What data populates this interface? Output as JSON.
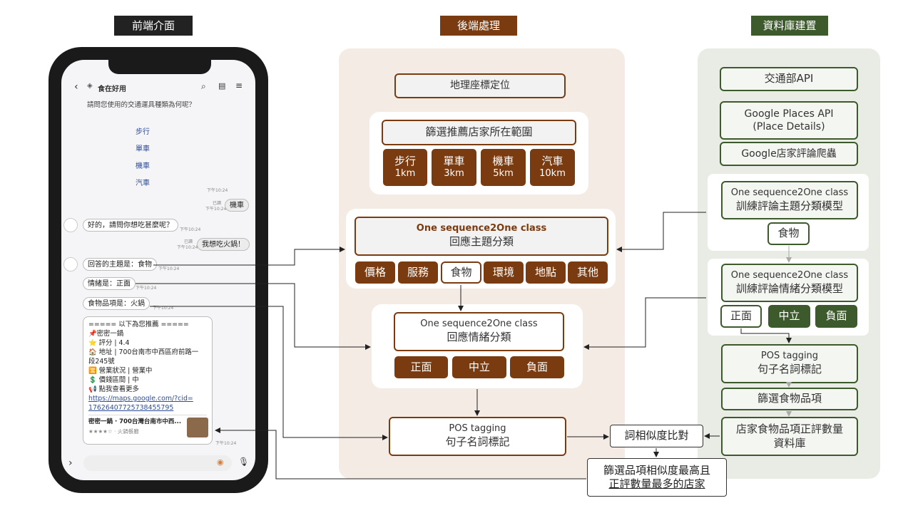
{
  "headers": {
    "frontend": "前端介面",
    "backend": "後端處理",
    "database": "資料庫建置"
  },
  "colors": {
    "frontend_header": "#222222",
    "backend_header": "#7a3b10",
    "database_header": "#3c5a2b",
    "backend_panel": "#f4ebe5",
    "database_panel": "#e9ece5"
  },
  "phone": {
    "title": "食在好用",
    "question": "請問您使用的交通運具種類為何呢？",
    "options": [
      "步行",
      "單車",
      "機車",
      "汽車"
    ],
    "time": "下午10:24",
    "read": "已讀",
    "user_msg1": "機車",
    "bot_msg1": "好的，請問你想吃甚麼呢？",
    "user_msg2": "我想吃火鍋！",
    "bot_topic": "回答的主題是：食物",
    "bot_emotion": "情緒是：正面",
    "bot_food": "食物品項是：火鍋",
    "reco_header": "===== 以下為您推薦 =====",
    "reco_name": "📌密密一鍋",
    "reco_rating": "⭐ 評分 | 4.4",
    "reco_address1": "🏠 地址 | 700台南市中西區府前路一",
    "reco_address2": "段245號",
    "reco_status": "🈺 營業狀況 | 營業中",
    "reco_price": "💲 價錢區間 | 中",
    "reco_more": "📢 點我查看更多",
    "reco_link1": "https://maps.google.com/?cid=",
    "reco_link2": "17626407725738455795",
    "reco_card_title": "密密一鍋 · 700台灣台南市中西...",
    "reco_card_sub": "★★★★☆ · 火鍋餐廳"
  },
  "backend": {
    "geo": "地理座標定位",
    "filter_title": "篩選推薦店家所在範圍",
    "transport": [
      {
        "mode": "步行",
        "dist": "1km"
      },
      {
        "mode": "單車",
        "dist": "3km"
      },
      {
        "mode": "機車",
        "dist": "5km"
      },
      {
        "mode": "汽車",
        "dist": "10km"
      }
    ],
    "topic_model_line1": "One sequence2One class",
    "topic_model_line2": "回應主題分類",
    "topics": [
      "價格",
      "服務",
      "食物",
      "環境",
      "地點",
      "其他"
    ],
    "emotion_model_line1": "One sequence2One class",
    "emotion_model_line2": "回應情緒分類",
    "emotions": [
      "正面",
      "中立",
      "負面"
    ],
    "pos_line1": "POS tagging",
    "pos_line2": "句子名詞標記",
    "similarity": "詞相似度比對",
    "result_line1": "篩選品項相似度最高且",
    "result_line2": "正評數量最多的店家"
  },
  "database": {
    "api": "交通部API",
    "places_line1": "Google Places API",
    "places_line2": "(Place Details)",
    "crawler": "Google店家評論爬蟲",
    "topic_train_line1": "One sequence2One class",
    "topic_train_line2": "訓練評論主題分類模型",
    "food": "食物",
    "emotion_train_line1": "One sequence2One class",
    "emotion_train_line2": "訓練評論情緒分類模型",
    "emotions": [
      "正面",
      "中立",
      "負面"
    ],
    "pos_line1": "POS tagging",
    "pos_line2": "句子名詞標記",
    "food_filter": "篩選食物品項",
    "db_line1": "店家食物品項正評數量",
    "db_line2": "資料庫"
  }
}
